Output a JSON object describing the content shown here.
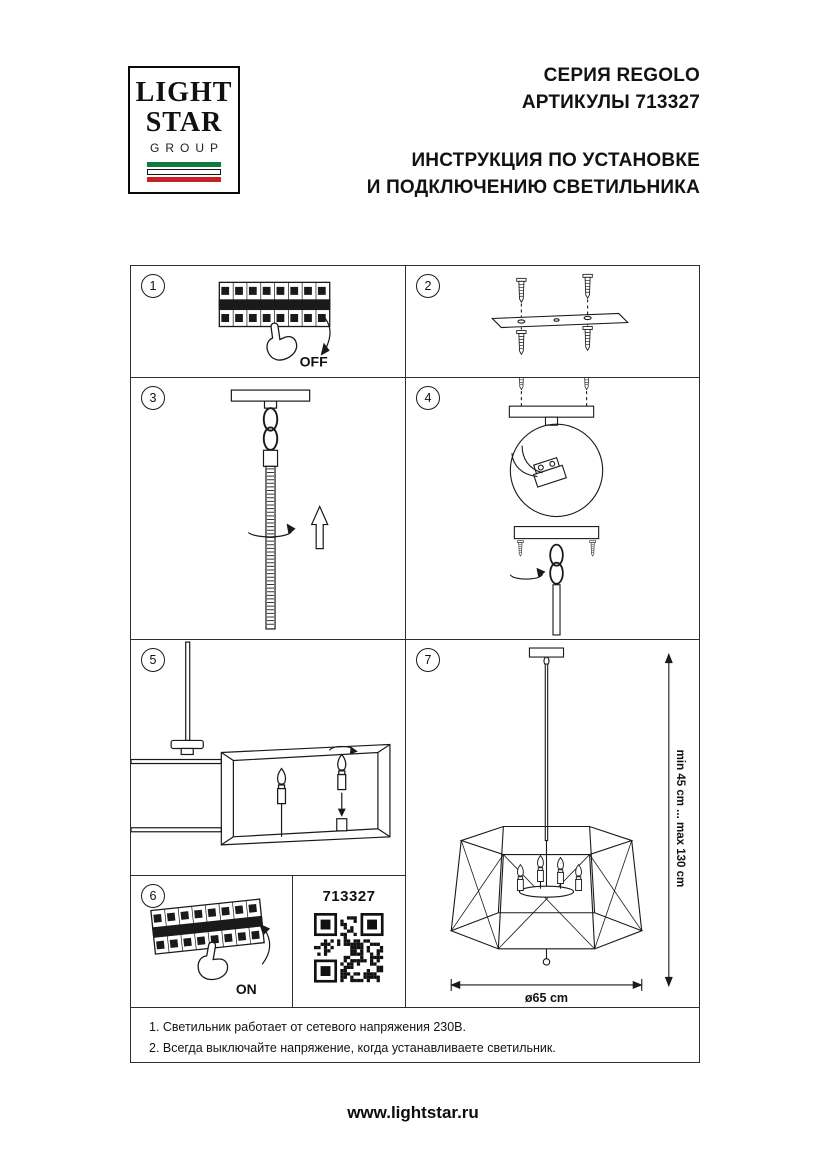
{
  "colors": {
    "ink": "#1a1a1a",
    "flag_green": "#0f7a3d",
    "flag_white": "#ffffff",
    "flag_red": "#c9202c"
  },
  "logo": {
    "line1": "LIGHT",
    "line2": "STAR",
    "line3": "GROUP"
  },
  "header": {
    "series": "СЕРИЯ REGOLO",
    "articles": "АРТИКУЛЫ 713327",
    "instruction_line1": "ИНСТРУКЦИЯ ПО УСТАНОВКЕ",
    "instruction_line2": "И ПОДКЛЮЧЕНИЮ СВЕТИЛЬНИКА"
  },
  "steps": {
    "s1": {
      "num": "1",
      "label": "OFF"
    },
    "s2": {
      "num": "2"
    },
    "s3": {
      "num": "3"
    },
    "s4": {
      "num": "4"
    },
    "s5": {
      "num": "5"
    },
    "s6": {
      "num": "6",
      "label": "ON"
    },
    "s7": {
      "num": "7",
      "dim_height": "min 45 cm ... max 130 cm",
      "dim_diameter": "ø65 cm"
    }
  },
  "qr_cell": {
    "article": "713327"
  },
  "notes": {
    "line1": "1. Светильник работает от сетевого напряжения 230В.",
    "line2": "2. Всегда выключайте напряжение, когда устанавливаете светильник."
  },
  "footer": {
    "url": "www.lightstar.ru"
  }
}
